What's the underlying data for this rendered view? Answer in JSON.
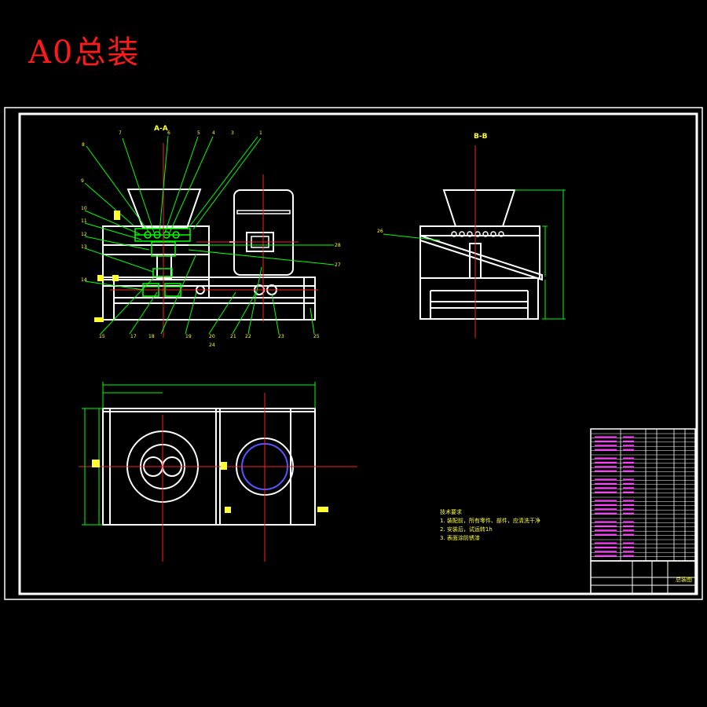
{
  "title": "A0总装",
  "view_labels": {
    "front": "A-A",
    "side": "B-B"
  },
  "part_numbers": [
    "8",
    "7",
    "6",
    "5",
    "4",
    "3",
    "1",
    "9",
    "10",
    "11",
    "12",
    "13",
    "14",
    "28",
    "27",
    "26",
    "15",
    "17",
    "18",
    "19",
    "20",
    "21",
    "22",
    "23",
    "25",
    "24"
  ],
  "notes": {
    "heading": "技术要求",
    "items": [
      "1. 装配前，所有零件、部件，应清洗干净",
      "2. 安装后，试运转1h",
      "3. 表面涂防锈漆"
    ]
  },
  "title_block": {
    "drawing_name": "总装图"
  },
  "colors": {
    "background": "#000000",
    "lines": "#ffffff",
    "leaders": "#00ff00",
    "centerlines": "#ff2020",
    "labels": "#ffff33",
    "bom_text": "#ff33ff",
    "title": "#ff1a1a"
  }
}
